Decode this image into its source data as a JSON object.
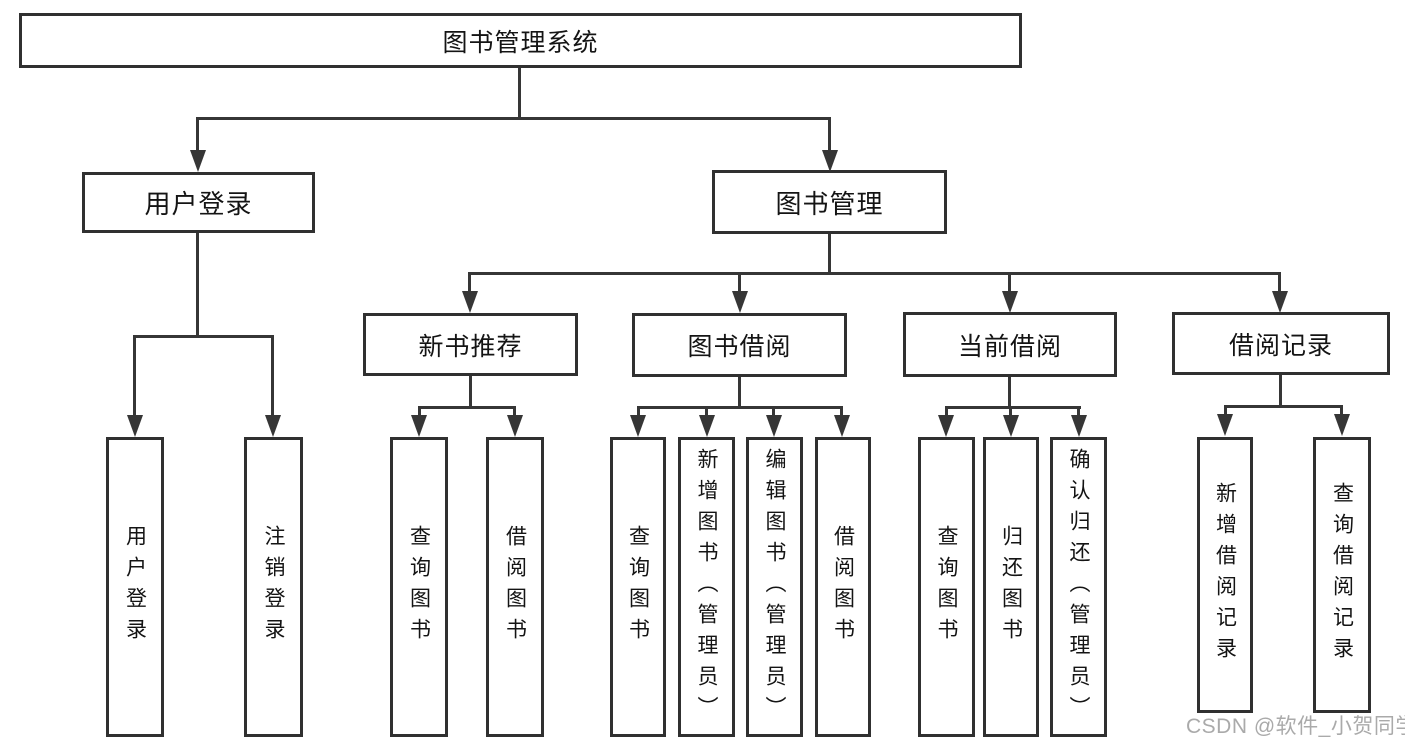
{
  "diagram_title": "图书管理系统",
  "nodes": {
    "root": "图书管理系统",
    "level2": [
      "用户登录",
      "图书管理"
    ],
    "level3": [
      "新书推荐",
      "图书借阅",
      "当前借阅",
      "借阅记录"
    ],
    "leaves": [
      "用户登录",
      "注销登录",
      "查询图书",
      "借阅图书",
      "查询图书",
      "新增图书（管理员）",
      "编辑图书（管理员）",
      "借阅图书",
      "查询图书",
      "归还图书",
      "确认归还（管理员）",
      "新增借阅记录",
      "查询借阅记录"
    ]
  },
  "structure": [
    {
      "parent": "图书管理系统",
      "children": [
        "用户登录",
        "图书管理"
      ]
    },
    {
      "parent": "用户登录",
      "children": [
        "用户登录",
        "注销登录"
      ]
    },
    {
      "parent": "图书管理",
      "children": [
        "新书推荐",
        "图书借阅",
        "当前借阅",
        "借阅记录"
      ]
    },
    {
      "parent": "新书推荐",
      "children": [
        "查询图书",
        "借阅图书"
      ]
    },
    {
      "parent": "图书借阅",
      "children": [
        "查询图书",
        "新增图书（管理员）",
        "编辑图书（管理员）",
        "借阅图书"
      ]
    },
    {
      "parent": "当前借阅",
      "children": [
        "查询图书",
        "归还图书",
        "确认归还（管理员）"
      ]
    },
    {
      "parent": "借阅记录",
      "children": [
        "新增借阅记录",
        "查询借阅记录"
      ]
    }
  ],
  "watermark": "CSDN @软件_小贺同学",
  "colors": {
    "line": "#363636",
    "box_border": "#303030",
    "text": "#141414",
    "background": "#ffffff",
    "watermark": "#a5a5a5"
  }
}
